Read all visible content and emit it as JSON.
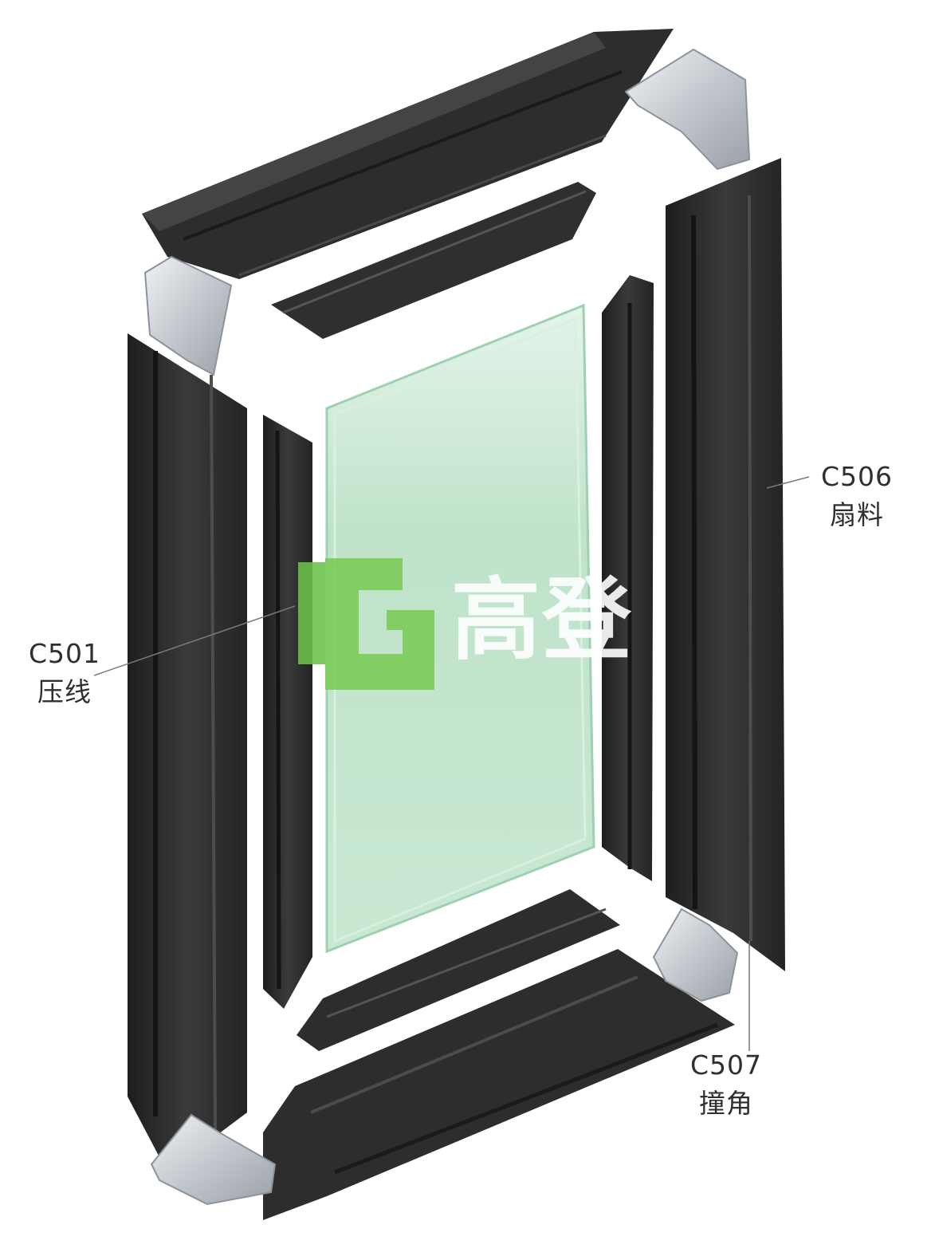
{
  "labels": {
    "c501": {
      "code": "C501",
      "name": "压线"
    },
    "c506": {
      "code": "C506",
      "name": "扇料"
    },
    "c507": {
      "code": "C507",
      "name": "撞角"
    }
  },
  "logo": {
    "mark": "G",
    "brand": "高登",
    "color": "#6cc24a"
  },
  "colors": {
    "profile": "#2b2b2b",
    "glass": "#bfe2c9",
    "corner": "#c9cdd2",
    "frame": "#ffffff"
  }
}
